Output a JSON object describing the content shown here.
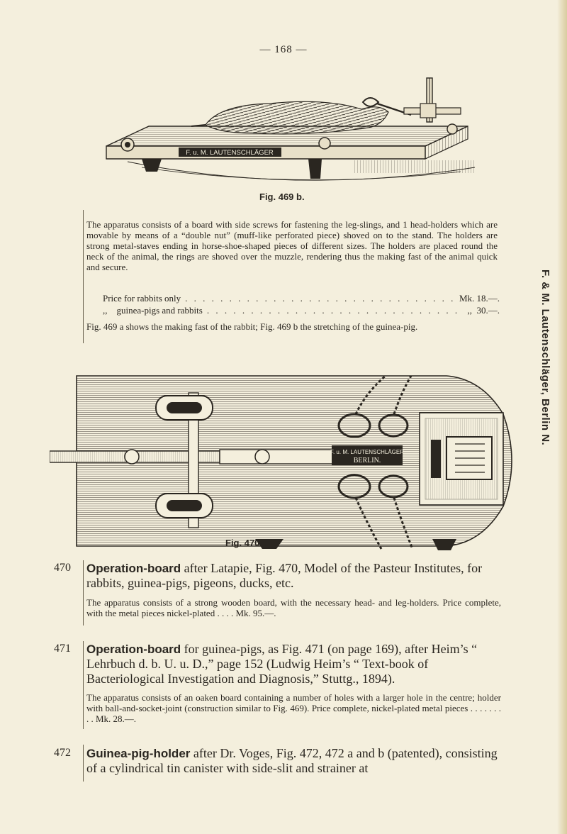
{
  "page_number": "— 168 —",
  "figures": {
    "fig469b": {
      "caption": "Fig. 469 b.",
      "plate_label": "F. u. M. LAUTENSCHLÄGER"
    },
    "fig470": {
      "caption": "Fig. 470.",
      "plate_label_1": "F. u. M. LAUTENSCHLÄGER",
      "plate_label_2": "BERLIN."
    }
  },
  "intro": {
    "paragraph": "The apparatus consists of a board with side screws for fastening the leg-slings, and 1 head-holders which are movable by means of a “double nut” (muff-like perforated piece) shoved on to the stand. The holders are strong metal-staves ending in horse-shoe-shaped pieces of different sizes. The holders are placed round the neck of the animal, the rings are shoved over the muzzle, rendering thus the making fast of the animal quick and secure.",
    "price1_label": "Price for rabbits only",
    "price1_value": "Mk. 18.—.",
    "price2_label": ",,    guinea-pigs and rabbits",
    "price2_value": ",,  30.—.",
    "note": "Fig. 469 a shows the making fast of the rabbit; Fig. 469 b the stretching of the guinea-pig."
  },
  "side_imprint": "F. & M. Lautenschläger, Berlin N.",
  "entries": [
    {
      "number": "470",
      "title": "Operation-board",
      "heading_rest": " after Latapie, Fig. 470, Model of the Pasteur Institutes, for rabbits, guinea-pigs, pigeons, ducks, etc.",
      "body": "The apparatus consists of a strong wooden board, with the necessary head- and leg-holders. Price complete, with the metal pieces nickel-plated . . . . Mk. 95.—."
    },
    {
      "number": "471",
      "title": "Operation-board",
      "heading_rest": " for guinea-pigs, as Fig. 471 (on page 169), after Heim’s “ Lehrbuch d. b. U. u. D.,” page 152 (Ludwig Heim’s “ Text-book of Bacteriological Investigation and Diagnosis,” Stuttg., 1894).",
      "body": "The apparatus consists of an oaken board containing a number of holes with a larger hole in the centre; holder with ball-and-socket-joint (construction similar to Fig. 469). Price complete, nickel-plated metal pieces . . . . . . . . . Mk. 28.—."
    },
    {
      "number": "472",
      "title": "Guinea-pig-holder",
      "heading_rest": " after Dr. Voges, Fig. 472, 472 a and b (patented), consisting of a cylindrical tin canister with side-slit and strainer at",
      "body": ""
    }
  ]
}
